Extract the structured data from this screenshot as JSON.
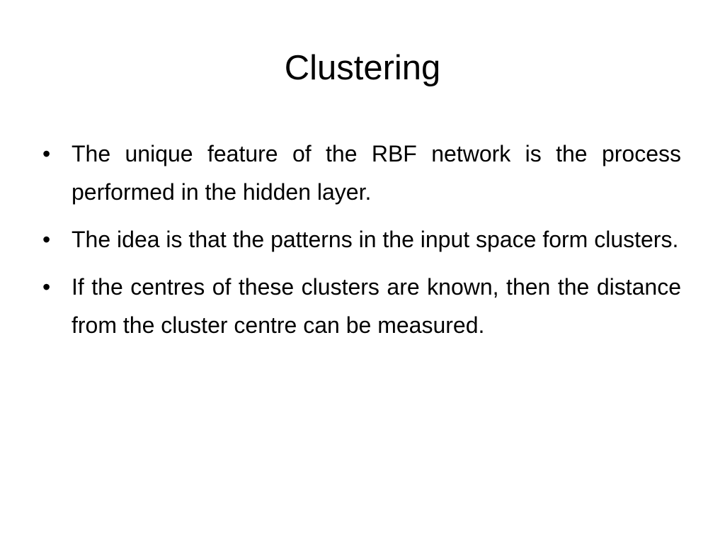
{
  "slide": {
    "title": "Clustering",
    "bullet_symbol": "•",
    "bullets": [
      "The unique feature of the RBF network is the process performed in the hidden layer.",
      "The idea is that the patterns in the input space form clusters.",
      "If the centres of these clusters are known, then the distance from the cluster centre can be measured."
    ]
  }
}
